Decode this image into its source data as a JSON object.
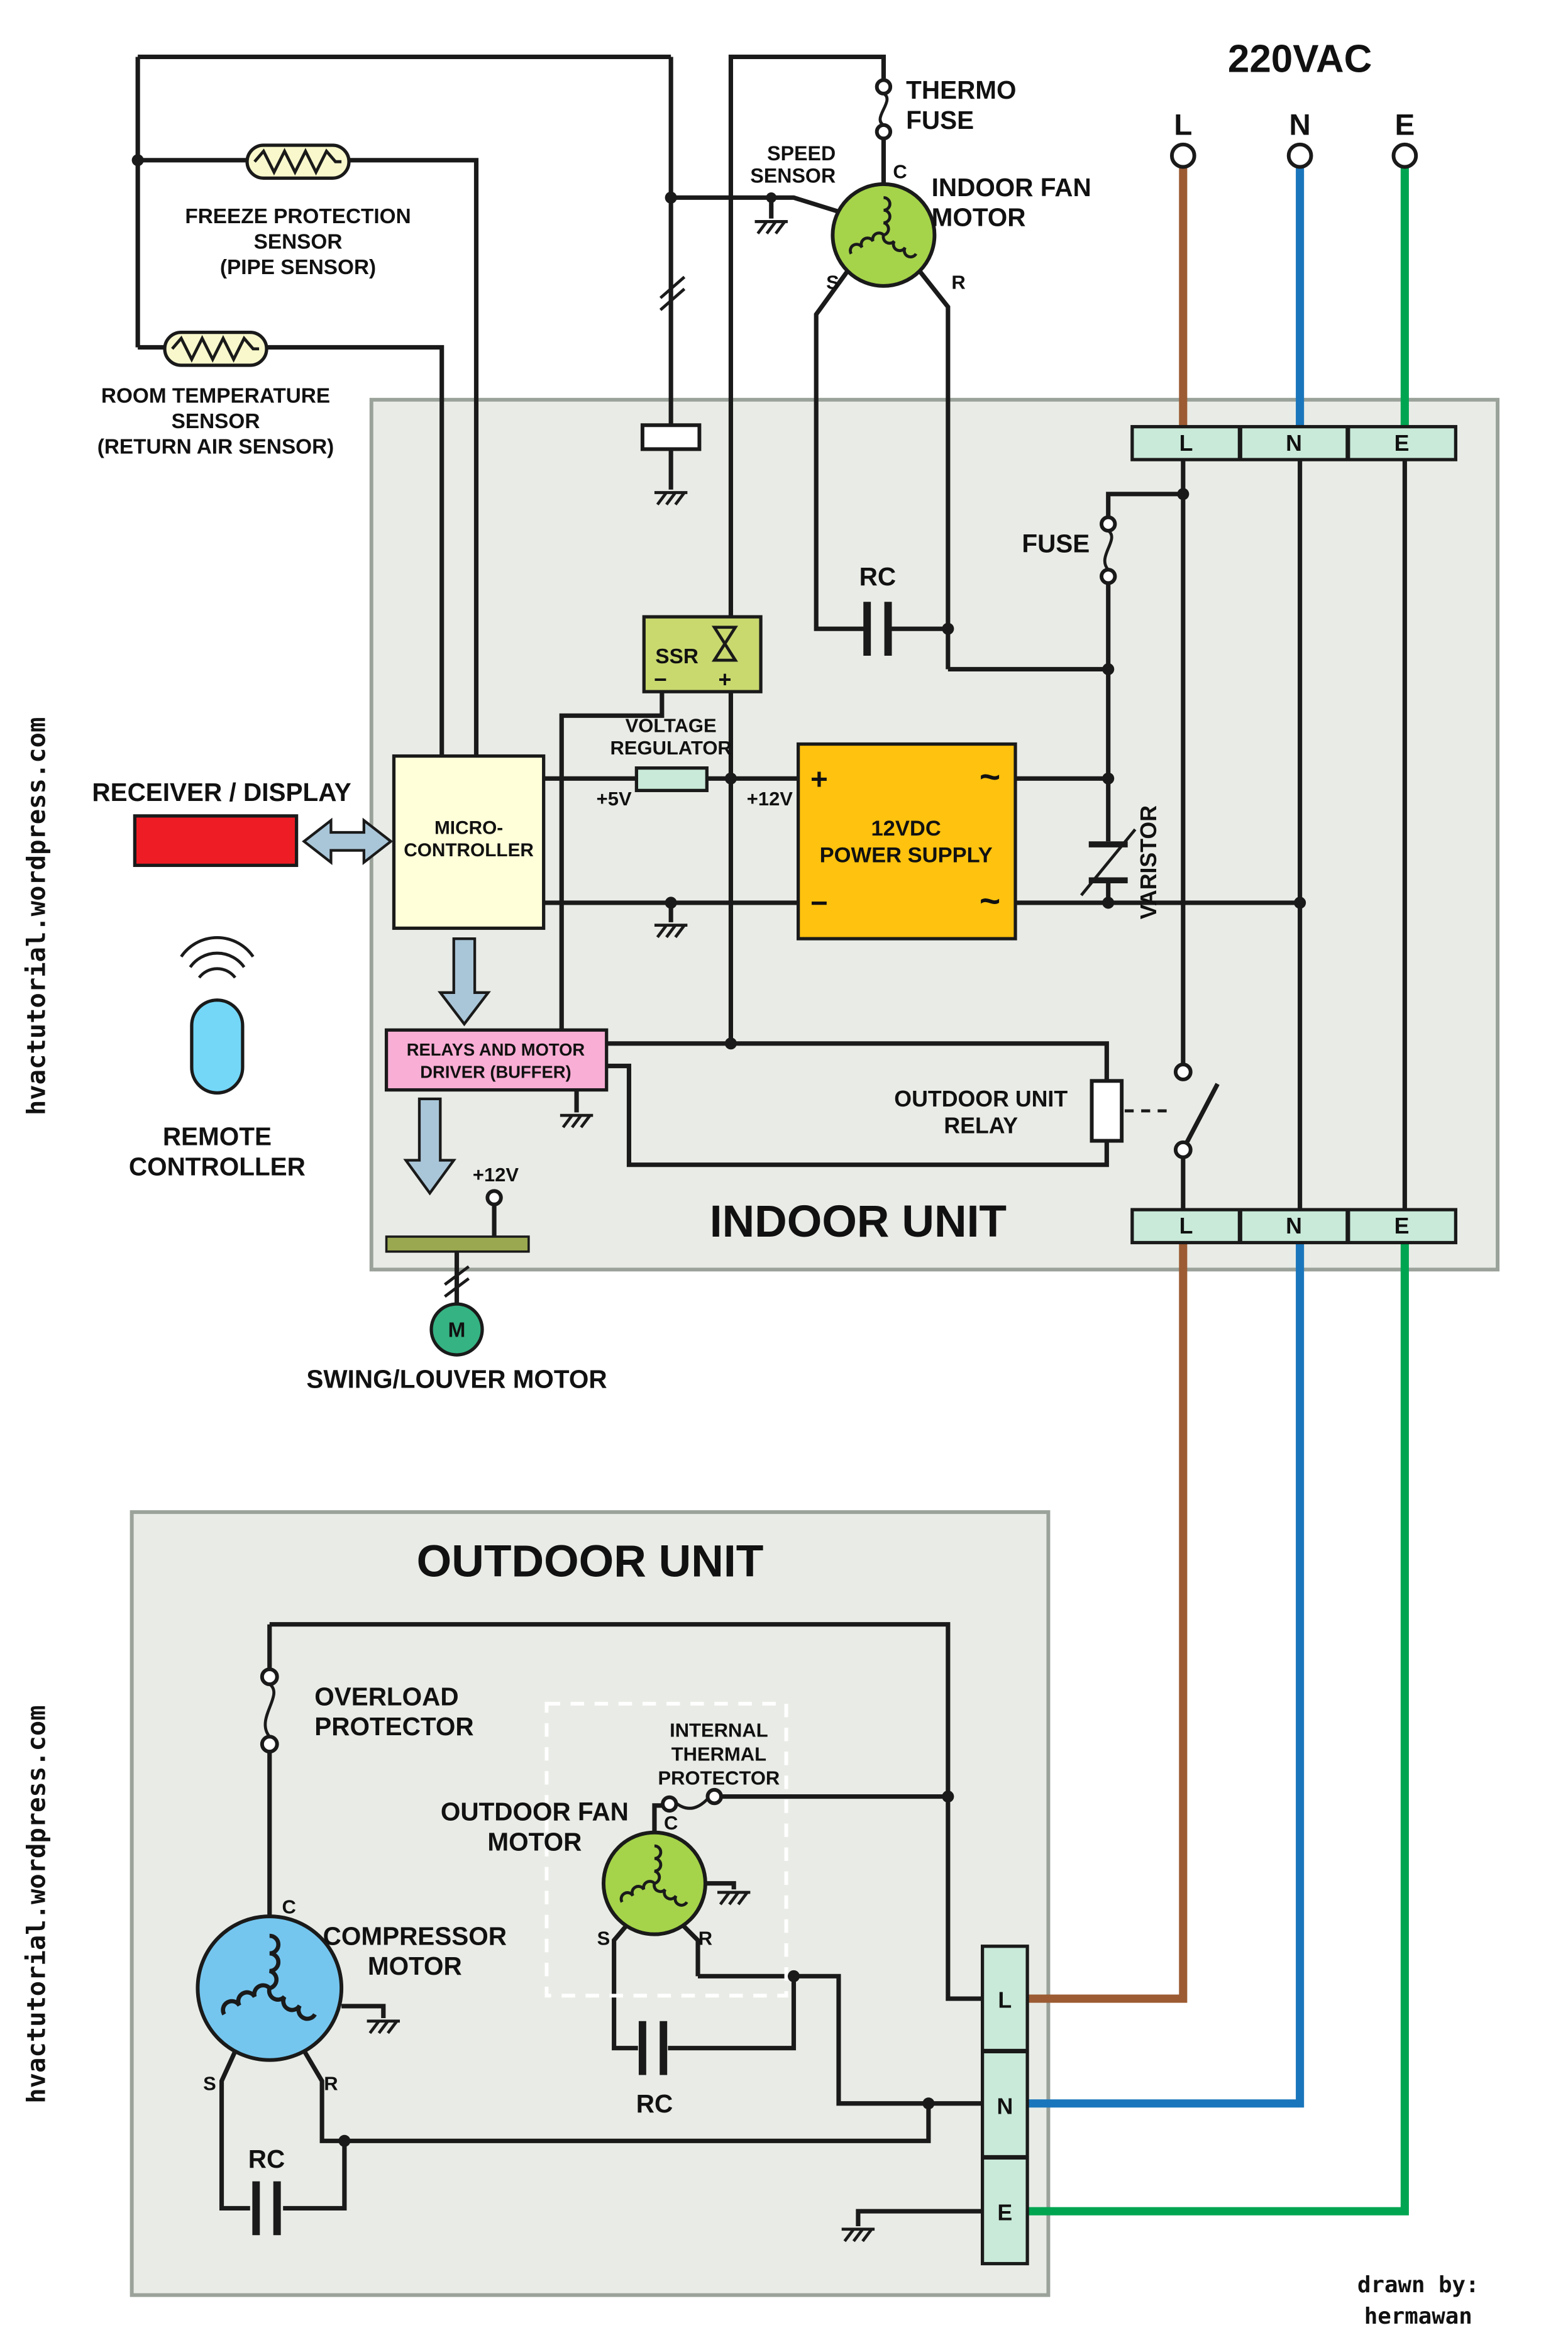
{
  "diagram": {
    "watermark": "hvactutorial.wordpress.com",
    "credit": [
      "drawn by:",
      "hermawan"
    ],
    "supply": {
      "title": "220VAC",
      "l": "L",
      "n": "N",
      "e": "E"
    },
    "indoor": {
      "title": "INDOOR UNIT",
      "fuse": "FUSE",
      "rc": "RC",
      "ssr": "SSR",
      "minus": "−",
      "plus": "+",
      "tilde": "~",
      "vreg": [
        "VOLTAGE",
        "REGULATOR"
      ],
      "v5": "+5V",
      "v12": "+12V",
      "psu": [
        "12VDC",
        "POWER SUPPLY"
      ],
      "varistor": "VARISTOR",
      "micro": [
        "MICRO-",
        "CONTROLLER"
      ],
      "relays": [
        "RELAYS AND MOTOR",
        "DRIVER (BUFFER)"
      ],
      "outdoor_relay": [
        "OUTDOOR UNIT",
        "RELAY"
      ],
      "swing_v12": "+12V",
      "swing_m": "M",
      "swing_label": "SWING/LOUVER MOTOR",
      "receiver": "RECEIVER / DISPLAY",
      "remote": [
        "REMOTE",
        "CONTROLLER"
      ],
      "thermo_fuse": [
        "THERMO",
        "FUSE"
      ],
      "speed_sensor": [
        "SPEED",
        "SENSOR"
      ],
      "fan": [
        "INDOOR FAN",
        "MOTOR"
      ],
      "freeze": [
        "FREEZE PROTECTION",
        "SENSOR",
        "(PIPE SENSOR)"
      ],
      "room": [
        "ROOM TEMPERATURE",
        "SENSOR",
        "(RETURN AIR SENSOR)"
      ]
    },
    "outdoor": {
      "title": "OUTDOOR UNIT",
      "overload": [
        "OVERLOAD",
        "PROTECTOR"
      ],
      "itp": [
        "INTERNAL",
        "THERMAL",
        "PROTECTOR"
      ],
      "fan": [
        "OUTDOOR FAN",
        "MOTOR"
      ],
      "compressor": [
        "COMPRESSOR",
        "MOTOR"
      ],
      "rc": "RC"
    },
    "motor_pins": {
      "c": "C",
      "s": "S",
      "r": "R"
    },
    "colors": {
      "wire_live": "#9c5b33",
      "wire_neutral": "#1a76bc",
      "wire_earth": "#00a551",
      "terminal": "#c9ead9",
      "unit_bg": "#e9ece6",
      "psu": "#ffc20e",
      "ssr": "#c9d96e",
      "micro": "#ffffd9",
      "relays": "#f9aed5",
      "receiver": "#ee1c25",
      "remote": "#74d7f7",
      "fan_motor": "#a5d34a",
      "compressor": "#74c6ef",
      "swing_motor": "#35b383",
      "sensor": "#f8f8cc",
      "arrow": "#a9c6d8",
      "swing_bar": "#9aa84f"
    }
  }
}
